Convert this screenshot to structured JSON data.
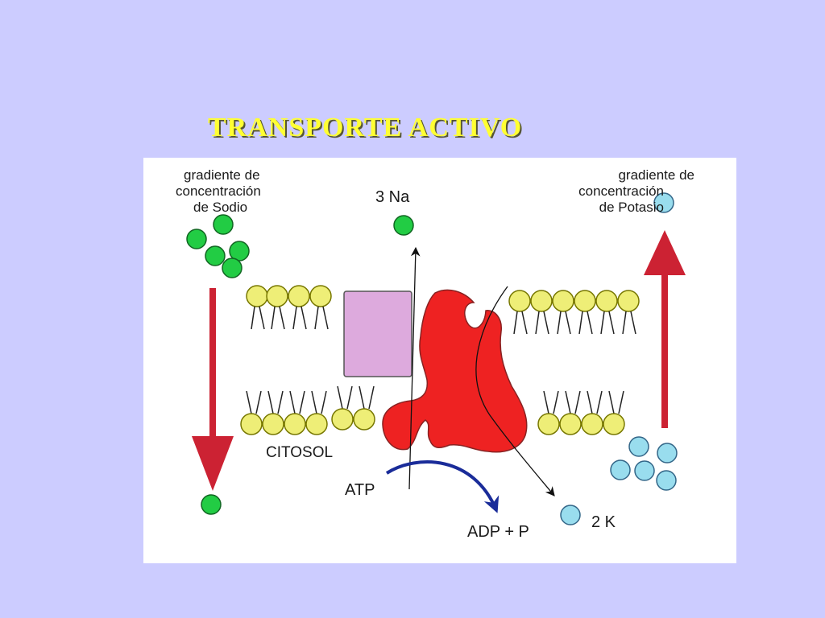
{
  "title": "TRANSPORTE ACTIVO",
  "labels": {
    "sodium_gradient": [
      "gradiente de",
      "concentración",
      "de Sodio"
    ],
    "potassium_gradient": [
      "gradiente de",
      "concentración",
      "de Potasio"
    ],
    "sodium_count": "3 Na",
    "potassium_count": "2 K",
    "cytosol": "CITOSOL",
    "atp": "ATP",
    "adp": "ADP + P"
  },
  "colors": {
    "background": "#ccccff",
    "title": "#ffff33",
    "sodium_ion": "#22cc44",
    "potassium_ion": "#99ddee",
    "lipid_head": "#eeee77",
    "protein_pump": "#ee2222",
    "channel_protein": "#ddaadd",
    "gradient_arrow": "#cc2233",
    "atp_arrow": "#1a2c99"
  }
}
